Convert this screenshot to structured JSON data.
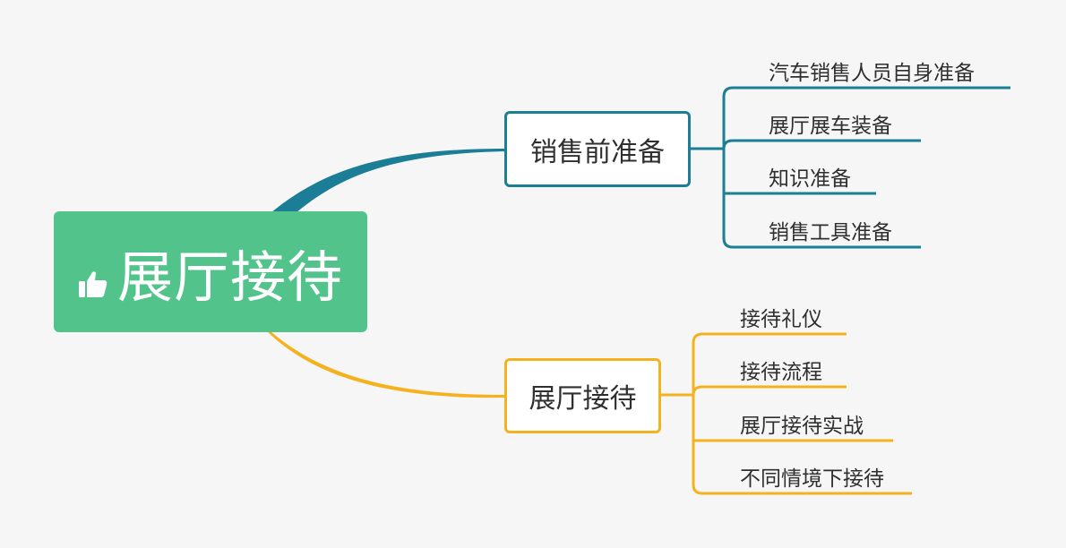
{
  "root": {
    "label": "展厅接待",
    "icon": "thumbs-up-icon"
  },
  "branches": [
    {
      "label": "销售前准备",
      "color": "#1b7e96",
      "children": [
        "汽车销售人员自身准备",
        "展厅展车装备",
        "知识准备",
        "销售工具准备"
      ]
    },
    {
      "label": "展厅接待",
      "color": "#f5b21f",
      "children": [
        "接待礼仪",
        "接待流程",
        "展厅接待实战",
        "不同情境下接待"
      ]
    }
  ],
  "colors": {
    "background": "#f6f6f6",
    "root": "#52c38a"
  }
}
